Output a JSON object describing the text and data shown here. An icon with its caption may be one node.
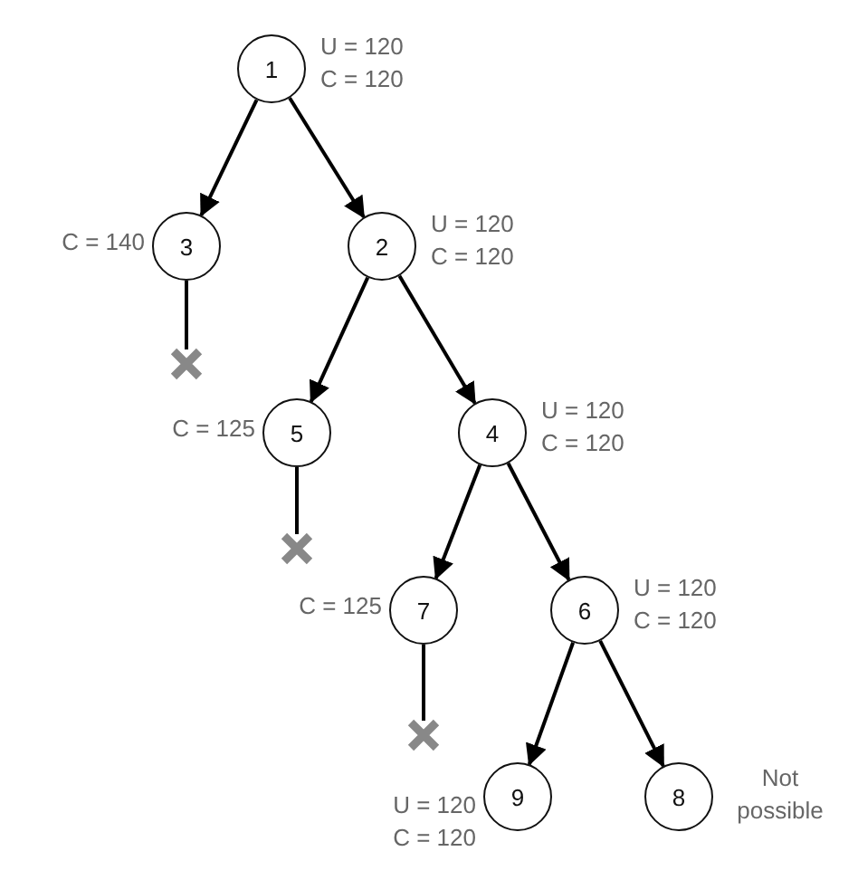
{
  "diagram": {
    "nodes": [
      {
        "text": [
          "1"
        ],
        "beside": [
          "U = 120",
          "C = 120"
        ]
      },
      {
        "text": [
          "3"
        ],
        "beside": [
          "C = 140"
        ]
      },
      {
        "text": [
          "2"
        ],
        "beside": [
          "U = 120",
          "C = 120"
        ]
      },
      {
        "text": [],
        "shape": "cross"
      },
      {
        "text": [
          "5"
        ],
        "beside": [
          "C = 125"
        ]
      },
      {
        "text": [
          "4"
        ],
        "beside": [
          "U = 120",
          "C = 120"
        ]
      },
      {
        "text": [],
        "shape": "cross"
      },
      {
        "text": [
          "7"
        ],
        "beside": [
          "C = 125"
        ]
      },
      {
        "text": [
          "6"
        ],
        "beside": [
          "U = 120",
          "C = 120"
        ]
      },
      {
        "text": [],
        "shape": "cross"
      },
      {
        "text": [
          "9"
        ],
        "beside": [
          "U = 120",
          "C = 120"
        ]
      },
      {
        "text": [
          "8"
        ],
        "beside": [
          "Not possible"
        ]
      }
    ],
    "edges": [
      {
        "from": 0,
        "to": 1,
        "arrow": "to"
      },
      {
        "from": 0,
        "to": 2,
        "arrow": "to"
      },
      {
        "from": 1,
        "to": 3,
        "arrow": "none"
      },
      {
        "from": 2,
        "to": 4,
        "arrow": "to"
      },
      {
        "from": 2,
        "to": 5,
        "arrow": "to"
      },
      {
        "from": 4,
        "to": 6,
        "arrow": "none"
      },
      {
        "from": 5,
        "to": 7,
        "arrow": "to"
      },
      {
        "from": 5,
        "to": 8,
        "arrow": "to"
      },
      {
        "from": 7,
        "to": 9,
        "arrow": "none"
      },
      {
        "from": 8,
        "to": 10,
        "arrow": "to"
      },
      {
        "from": 8,
        "to": 11,
        "arrow": "to"
      }
    ]
  }
}
